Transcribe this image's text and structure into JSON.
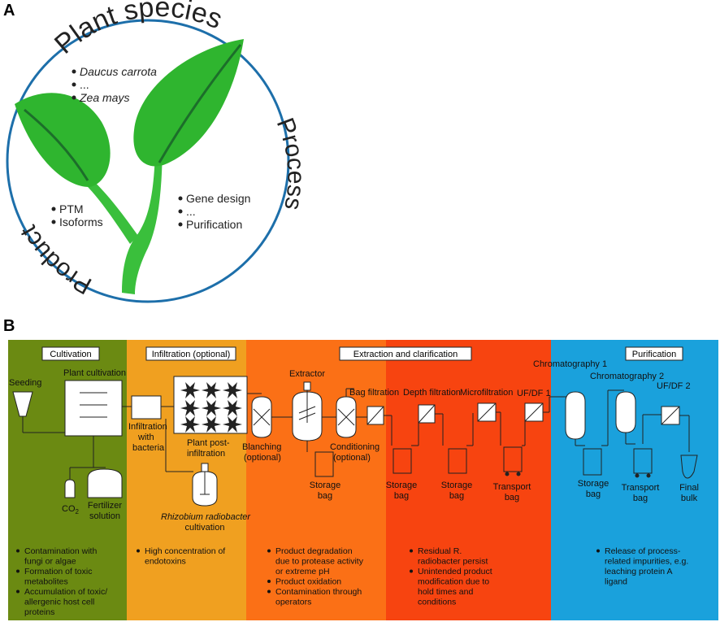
{
  "panel_a": {
    "letter": "A",
    "circle_labels": {
      "top": "Plant species",
      "right": "Process",
      "left": "Product"
    },
    "species_items": [
      "Daucus carrota",
      "...",
      "Zea mays"
    ],
    "product_items": [
      "PTM",
      "Isoforms"
    ],
    "process_items": [
      "Gene design",
      "...",
      "Purification"
    ]
  },
  "panel_b": {
    "letter": "B",
    "section_titles": {
      "cultivation": "Cultivation",
      "infiltration": "Infiltration (optional)",
      "extraction": "Extraction and clarification",
      "purification": "Purification"
    },
    "colors": {
      "cultivation": "#6b8a12",
      "infiltration": "#f0a020",
      "extraction_a": "#fb7016",
      "extraction_b": "#f74410",
      "purification": "#1aa1dc"
    },
    "labels": {
      "seeding": "Seeding",
      "plant_cultivation": "Plant cultivation",
      "co2": "CO",
      "co2_sub": "2",
      "fertilizer_1": "Fertilizer",
      "fertilizer_2": "solution",
      "infiltration_1": "Infiltration",
      "infiltration_2": "with",
      "infiltration_3": "bacteria",
      "post_infiltration_1": "Plant post-",
      "post_infiltration_2": "infiltration",
      "rhizobium": "Rhizobium radiobacter",
      "rhizobium_2": "cultivation",
      "blanching_1": "Blanching",
      "blanching_2": "(optional)",
      "extractor": "Extractor",
      "storage_bag_1a": "Storage",
      "storage_bag_1b": "bag",
      "bag_filtration": "Bag filtration",
      "conditioning_1": "Conditioning",
      "conditioning_2": "(optional)",
      "storage_bag_2a": "Storage",
      "storage_bag_2b": "bag",
      "depth_filtration": "Depth filtration",
      "storage_bag_3a": "Storage",
      "storage_bag_3b": "bag",
      "microfiltration": "Microfiltration",
      "transport_bag_1a": "Transport",
      "transport_bag_1b": "bag",
      "ufdf1": "UF/DF 1",
      "chromatography1": "Chromatography 1",
      "chromatography2": "Chromatography 2",
      "ufdf2": "UF/DF 2",
      "storage_bag_4a": "Storage",
      "storage_bag_4b": "bag",
      "transport_bag_2a": "Transport",
      "transport_bag_2b": "bag",
      "final_bulk_1": "Final",
      "final_bulk_2": "bulk"
    },
    "risks": {
      "cultivation": [
        [
          "Contamination with",
          "fungi or algae"
        ],
        [
          "Formation of toxic",
          "metabolites"
        ],
        [
          "Accumulation of toxic/",
          "allergenic host cell",
          "proteins"
        ]
      ],
      "infiltration": [
        [
          "High concentration of",
          "endotoxins"
        ]
      ],
      "extraction": [
        [
          "Product degradation",
          "due to protease activity",
          "or extreme pH"
        ],
        [
          "Product oxidation"
        ],
        [
          "Contamination through",
          "operators"
        ]
      ],
      "clarification": [
        [
          "Residual R.",
          "radiobacter persist"
        ],
        [
          "Unintended product",
          "modification due to",
          "hold times and",
          "conditions"
        ]
      ],
      "purification": [
        [
          "Release of process-",
          "related impurities, e.g.",
          "leaching protein A",
          "ligand"
        ]
      ]
    }
  }
}
